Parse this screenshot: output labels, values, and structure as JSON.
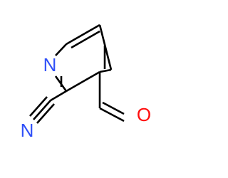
{
  "molecule": {
    "atoms": {
      "ring_nitrogen": "N",
      "nitrile_nitrogen": "N",
      "aldehyde_oxygen": "O"
    },
    "colors": {
      "bond": "#000000",
      "nitrogen": "#3050F8",
      "oxygen": "#FF0D0D"
    }
  }
}
